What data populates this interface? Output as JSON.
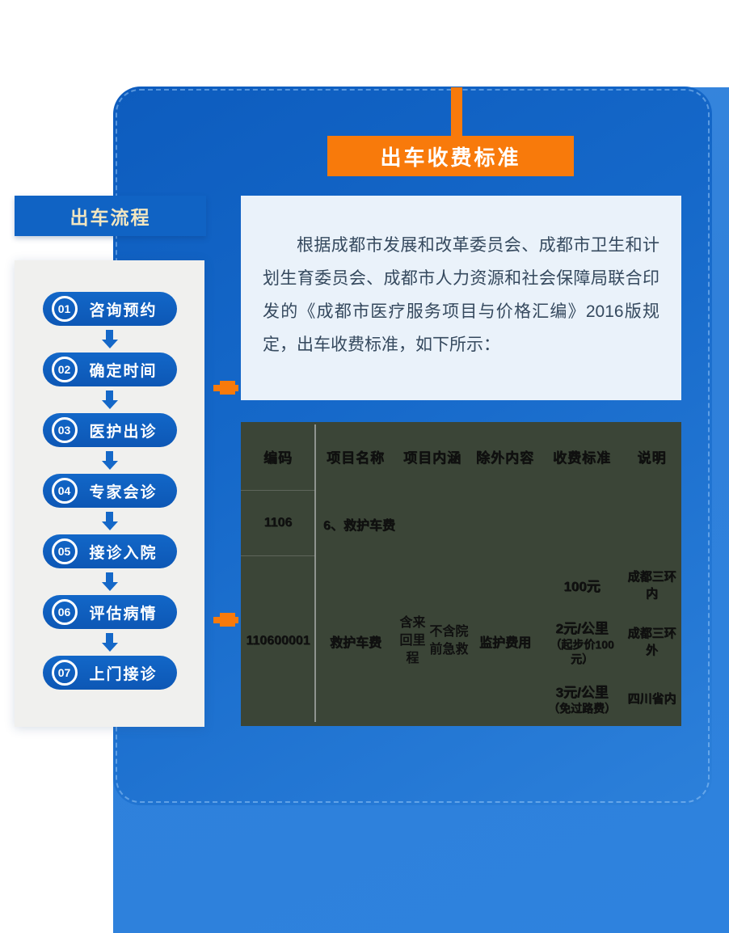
{
  "fee_banner": "出车收费标准",
  "sidebar": {
    "title": "出车流程",
    "steps": [
      {
        "num": "01",
        "label": "咨询预约"
      },
      {
        "num": "02",
        "label": "确定时间"
      },
      {
        "num": "03",
        "label": "医护出诊"
      },
      {
        "num": "04",
        "label": "专家会诊"
      },
      {
        "num": "05",
        "label": "接诊入院"
      },
      {
        "num": "06",
        "label": "评估病情"
      },
      {
        "num": "07",
        "label": "上门接诊"
      }
    ]
  },
  "intro": {
    "text": "根据成都市发展和改革委员会、成都市卫生和计划生育委员会、成都市人力资源和社会保障局联合印发的《成都市医疗服务项目与价格汇编》2016版规定，出车收费标准，如下所示："
  },
  "table": {
    "headers": [
      "编码",
      "项目名称",
      "项目内涵",
      "除外内容",
      "收费标准",
      "说明"
    ],
    "row1": {
      "code": "1106",
      "name": "6、救护车费"
    },
    "row2": {
      "code": "110600001",
      "name": "救护车费",
      "scope_line1": "含来回里程",
      "scope_line2": "不含院前急救",
      "excluded": "监护费用",
      "fees": [
        {
          "price": "100元",
          "note": "",
          "area": "成都三环内"
        },
        {
          "price": "2元/公里",
          "note": "（起步价100元）",
          "area": "成都三环外"
        },
        {
          "price": "3元/公里",
          "note": "（免过路费）",
          "area": "四川省内"
        }
      ]
    }
  },
  "colors": {
    "accent_orange": "#f87a0b",
    "brand_blue": "#1063c4",
    "panel_blue_dark": "#0d5cbe",
    "panel_blue_light": "#2e82de",
    "intro_bg": "#eaf2fa",
    "table_bg": "#3b4537",
    "sidebar_title_text": "#f2e6c0"
  }
}
